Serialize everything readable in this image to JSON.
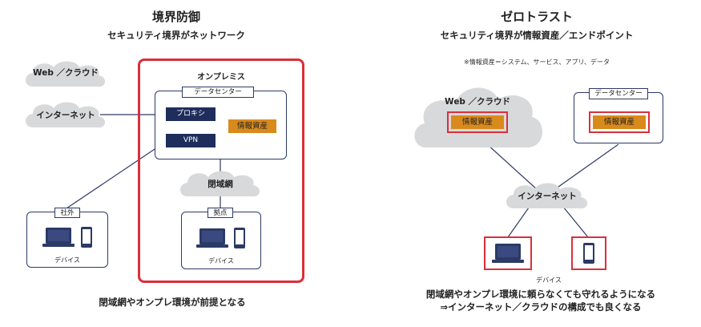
{
  "left": {
    "title": "境界防御",
    "subtitle": "セキュリティ境界がネットワーク",
    "cloud_web": "Web ／クラウド",
    "cloud_internet": "インターネット",
    "onprem_label": "オンプレミス",
    "datacenter_label": "データセンター",
    "proxy_label": "プロキシ",
    "vpn_label": "VPN",
    "info_asset": "情報資産",
    "closed_net": "閉域網",
    "external_label": "社外",
    "external_device": "デバイス",
    "base_label": "拠点",
    "base_device": "デバイス",
    "caption": "閉域網やオンプレ環境が前提となる"
  },
  "right": {
    "title": "ゼロトラスト",
    "subtitle": "セキュリティ境界が情報資産／エンドポイント",
    "note": "※情報資産＝システム、サービス、アプリ、データ",
    "cloud_web": "Web ／クラウド",
    "web_asset": "情報資産",
    "datacenter_label": "データセンター",
    "dc_asset": "情報資産",
    "cloud_internet": "インターネット",
    "device_label": "デバイス",
    "caption_line1": "閉域網やオンプレ環境に頼らなくても守れるようになる",
    "caption_line2": "⇒インターネット／クラウドの構成でも良くなる"
  },
  "colors": {
    "navy": "#1f2d5c",
    "orange": "#d98a1c",
    "red": "#d9303a",
    "cloud": "#d8d9db"
  },
  "icons": [
    "cloud-icon",
    "laptop-icon",
    "smartphone-icon"
  ]
}
